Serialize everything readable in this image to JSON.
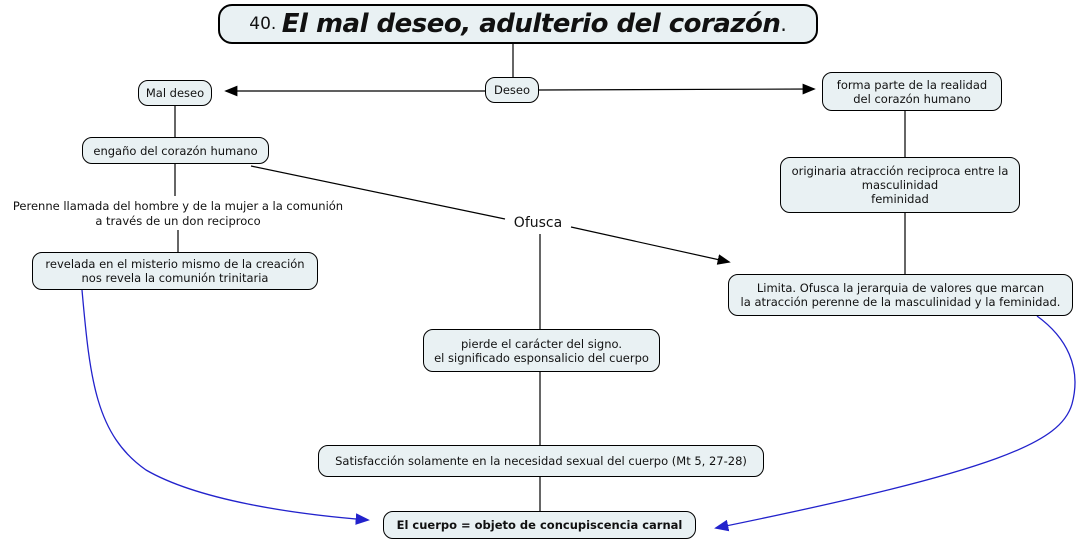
{
  "title": {
    "number": "40. ",
    "main": "El mal deseo, adulterio del corazón",
    "suffix": "."
  },
  "nodes": {
    "deseo": {
      "text": "Deseo"
    },
    "mal_deseo": {
      "text": "Mal deseo"
    },
    "forma_parte": {
      "text": "forma parte de la realidad\ndel corazón humano"
    },
    "engano": {
      "text": "engaño del corazón humano"
    },
    "perenne": {
      "text": "Perenne llamada del hombre y de la mujer a la comunión\na través de un don reciproco"
    },
    "revelada": {
      "text": "revelada en el misterio mismo de la creación\nnos revela la comunión trinitaria"
    },
    "ofusca": {
      "text": "Ofusca"
    },
    "originaria": {
      "text": "originaria atracción reciproca entre la\nmasculinidad\nfeminidad"
    },
    "limita": {
      "text": "Limita. Ofusca la jerarquia de valores que marcan\nla atracción perenne de la masculinidad y la feminidad."
    },
    "pierde": {
      "text": "pierde el carácter del signo.\nel significado esponsalicio del cuerpo"
    },
    "satisfaccion": {
      "text": "Satisfacción solamente en la necesidad sexual del cuerpo (Mt 5, 27-28)"
    },
    "el_cuerpo": {
      "text": "El cuerpo = objeto de concupiscencia carnal"
    }
  },
  "colors": {
    "node_fill": "#e9f1f3",
    "node_border": "#000000",
    "line": "#000000",
    "accent": "#2222cc",
    "text": "#111111",
    "background": "#ffffff"
  }
}
